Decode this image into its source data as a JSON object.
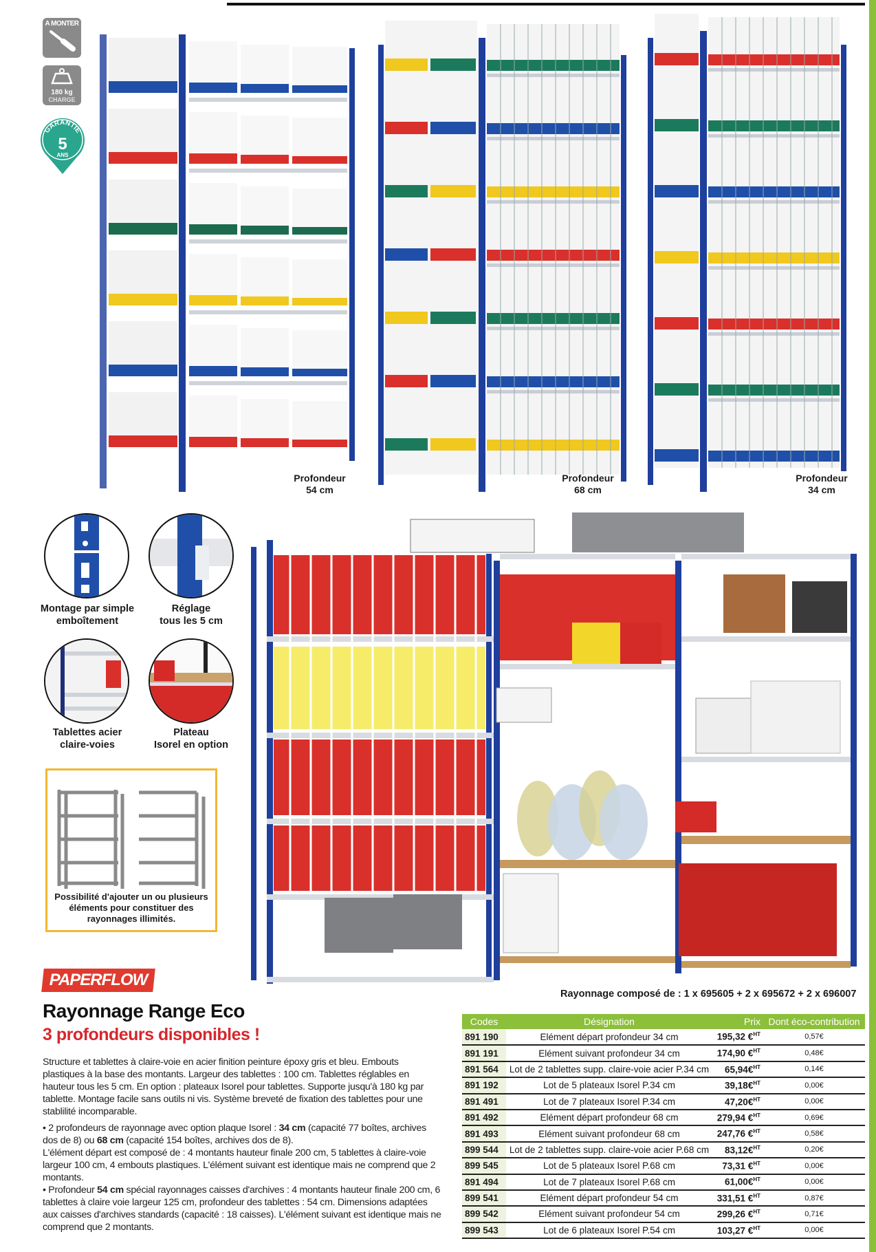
{
  "badges": {
    "assembly": {
      "label": "A MONTER",
      "icon": "screwdriver-icon"
    },
    "load": {
      "value": "180 kg",
      "label": "CHARGE",
      "icon": "weight-icon"
    },
    "warranty": {
      "label": "GARANTIE",
      "years": "5",
      "unit": "ANS"
    }
  },
  "photos": [
    {
      "caption_line1": "Profondeur",
      "caption_line2": "54 cm"
    },
    {
      "caption_line1": "Profondeur",
      "caption_line2": "68 cm"
    },
    {
      "caption_line1": "Profondeur",
      "caption_line2": "34 cm"
    }
  ],
  "features": [
    {
      "line1": "Montage par simple",
      "line2": "emboîtement"
    },
    {
      "line1": "Réglage",
      "line2": "tous les 5 cm"
    },
    {
      "line1": "Tablettes acier",
      "line2": "claire-voies"
    },
    {
      "line1": "Plateau",
      "line2": "Isorel en option"
    }
  ],
  "modular": {
    "line1": "Possibilité d'ajouter un ou plusieurs",
    "line2": "éléments pour constituer des",
    "line3": "rayonnages illimités."
  },
  "product": {
    "brand": "PAPERFLOW",
    "title": "Rayonnage Range Eco",
    "subtitle": "3 profondeurs disponibles !",
    "description": {
      "p1": "Structure et tablettes à claire-voie en acier finition peinture époxy gris et bleu. Embouts plastiques à la base des montants. Largeur des tablettes : 100 cm. Tablettes réglables en hauteur tous les 5 cm. En option : plateaux Isorel pour tablettes. Supporte jusqu'à 180 kg par tablette. Montage facile sans outils ni vis. Système breveté de fixation des tablettes pour une stablilité incomparable.",
      "b1_a": "• 2 profondeurs de rayonnage avec option plaque Isorel : ",
      "b1_bold1": "34 cm",
      "b1_b": " (capacité 77 boîtes, archives dos de 8) ou ",
      "b1_bold2": "68 cm",
      "b1_c": " (capacité 154 boîtes, archives dos de 8).",
      "b1_d": "L'élément départ est composé de : 4 montants hauteur finale 200 cm, 5 tablettes à claire-voie largeur 100 cm, 4 embouts plastiques. L'élément suivant est identique mais ne comprend que 2 montants.",
      "b2_a": "• Profondeur ",
      "b2_bold": "54 cm",
      "b2_b": " spécial rayonnages caisses d'archives : 4 montants hauteur finale 200 cm, 6 tablettes à claire voie largeur 125 cm, profondeur des tablettes : 54 cm. Dimensions adaptées aux caisses d'archives standards (capacité : 18 caisses). L'élément suivant est identique mais ne comprend que 2 montants."
    }
  },
  "composition": "Rayonnage composé de : 1 x 695605 + 2 x 695672 + 2 x 696007",
  "table": {
    "headers": [
      "Codes",
      "Désignation",
      "Prix",
      "Dont éco-contribution"
    ],
    "price_suffix": "HT",
    "rows": [
      {
        "code": "891 190",
        "designation": "Elément départ profondeur 34 cm",
        "price": "195,32 €",
        "eco": "0,57€"
      },
      {
        "code": "891 191",
        "designation": "Elément suivant profondeur 34 cm",
        "price": "174,90 €",
        "eco": "0,48€"
      },
      {
        "code": "891 564",
        "designation": "Lot de 2 tablettes supp. claire-voie acier P.34 cm",
        "price": "65,94€",
        "eco": "0,14€"
      },
      {
        "code": "891 192",
        "designation": "Lot de 5 plateaux Isorel P.34 cm",
        "price": "39,18€",
        "eco": "0,00€"
      },
      {
        "code": "891 491",
        "designation": "Lot de 7 plateaux Isorel P.34 cm",
        "price": "47,20€",
        "eco": "0,00€"
      },
      {
        "code": "891 492",
        "designation": "Elément départ profondeur 68 cm",
        "price": "279,94 €",
        "eco": "0,69€"
      },
      {
        "code": "891 493",
        "designation": "Elément suivant profondeur 68 cm",
        "price": "247,76 €",
        "eco": "0,58€"
      },
      {
        "code": "899 544",
        "designation": "Lot de 2 tablettes supp. claire-voie acier P.68 cm",
        "price": "83,12€",
        "eco": "0,20€"
      },
      {
        "code": "899 545",
        "designation": "Lot de 5 plateaux Isorel P.68 cm",
        "price": "73,31 €",
        "eco": "0,00€"
      },
      {
        "code": "891 494",
        "designation": "Lot de 7 plateaux Isorel P.68 cm",
        "price": "61,00€",
        "eco": "0,00€"
      },
      {
        "code": "899 541",
        "designation": "Elément départ profondeur 54 cm",
        "price": "331,51 €",
        "eco": "0,87€"
      },
      {
        "code": "899 542",
        "designation": "Elément suivant profondeur 54 cm",
        "price": "299,26 €",
        "eco": "0,71€"
      },
      {
        "code": "899 543",
        "designation": "Lot de 6 plateaux Isorel P.54 cm",
        "price": "103,27 €",
        "eco": "0,00€"
      }
    ]
  },
  "colors": {
    "accent_green": "#8cbf3a",
    "title_red": "#d5282d",
    "brand_red": "#e03a2e",
    "shelf_blue": "#1f3f9c",
    "warranty_teal": "#2aa58e",
    "border_gold": "#f2b632"
  }
}
